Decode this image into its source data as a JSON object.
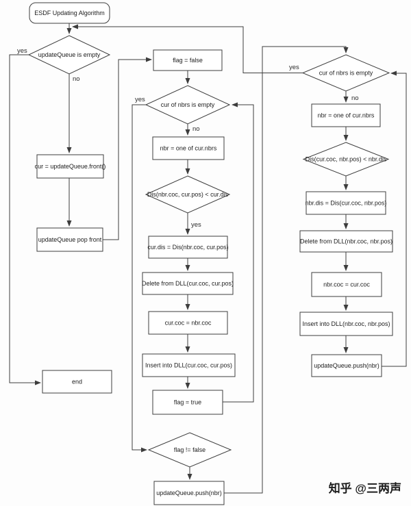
{
  "colors": {
    "stroke": "#3d3d3d",
    "text": "#1c1c1c",
    "node_fill": "#ffffff",
    "background": "#fdfdfd",
    "watermark": "#d6d6d6"
  },
  "flowchart": {
    "start": "ESDF Updating Algorithm",
    "left": {
      "queue_empty_decision": "updateQueue is empty",
      "cur_front": "cur = updateQueue.front()",
      "pop_front": "updateQueue pop front",
      "end": "end"
    },
    "middle": {
      "flag_false": "flag = false",
      "nbrs_empty_decision": "cur of nbrs is empty",
      "nbr_one": "nbr = one of cur.nbrs",
      "dis_decision": "Dis(nbr.coc, cur.pos) < cur.dis",
      "cur_dis": "cur.dis = Dis(nbr.coc, cur.pos)",
      "delete_dll": "Delete from DLL(cur.coc, cur.pos)",
      "cur_coc": "cur.coc = nbr.coc",
      "insert_dll": "Insert into DLL(cur.coc, cur.pos)",
      "flag_true": "flag = true",
      "flag_check_decision": "flag != false",
      "push_nbr": "updateQueue.push(nbr)"
    },
    "right": {
      "nbrs_empty_decision": "cur of nbrs is empty",
      "nbr_one": "nbr = one of cur.nbrs",
      "dis_decision": "Dis(cur.coc, nbr.pos) < nbr.dis",
      "nbr_dis": "nbr.dis = Dis(cur.coc, nbr.pos)",
      "delete_dll": "Delete from DLL(nbr.coc, nbr.pos)",
      "nbr_coc": "nbr.coc = cur.coc",
      "insert_dll": "Insert into DLL(nbr.coc, nbr.pos)",
      "push_nbr": "updateQueue.push(nbr)"
    },
    "branch_labels": {
      "queue_empty_yes": "yes",
      "queue_empty_no": "no",
      "mid_nbrs_yes": "yes",
      "mid_nbrs_no": "no",
      "mid_dis_yes": "yes",
      "right_nbrs_yes": "yes",
      "right_nbrs_no": "no"
    }
  },
  "watermark": "知乎 @三两声"
}
